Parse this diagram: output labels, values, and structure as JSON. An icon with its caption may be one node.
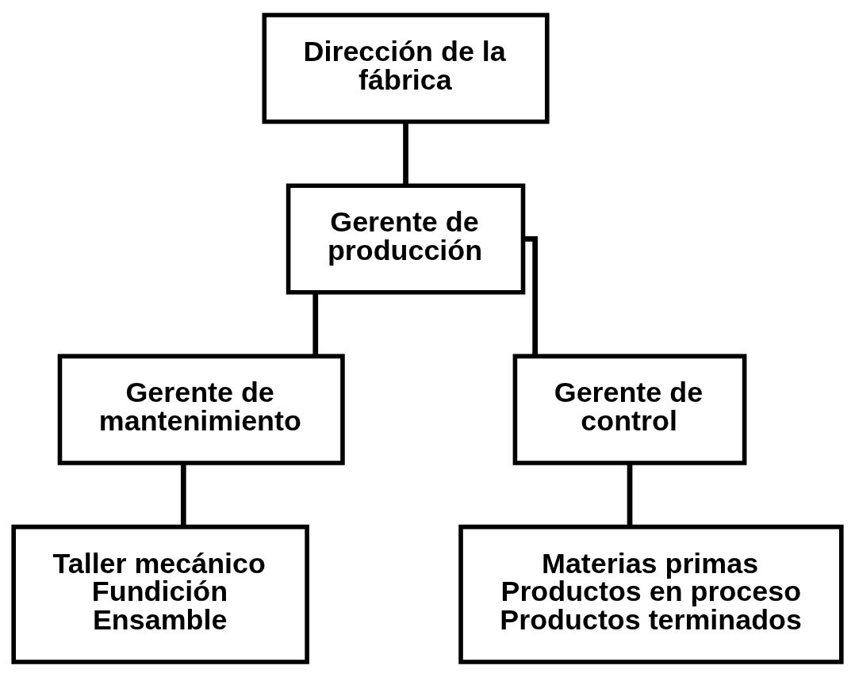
{
  "diagram": {
    "nodes": [
      {
        "text": [
          "Dirección de la fábrica"
        ]
      },
      {
        "text": [
          "Gerente de producción"
        ]
      },
      {
        "text": [
          "Gerente de mantenimiento"
        ]
      },
      {
        "text": [
          "Gerente de control"
        ]
      },
      {
        "text": [
          "Taller mecánico",
          "Fundición",
          "Ensamble"
        ]
      },
      {
        "text": [
          "Materias primas",
          "Productos en proceso",
          "Productos terminados"
        ]
      }
    ],
    "edges": [
      {
        "from": 0,
        "to": 1,
        "arrow": "none"
      },
      {
        "from": 1,
        "to": 2,
        "arrow": "none"
      },
      {
        "from": 1,
        "to": 3,
        "arrow": "none"
      },
      {
        "from": 2,
        "to": 4,
        "arrow": "none"
      },
      {
        "from": 3,
        "to": 5,
        "arrow": "none"
      }
    ]
  }
}
